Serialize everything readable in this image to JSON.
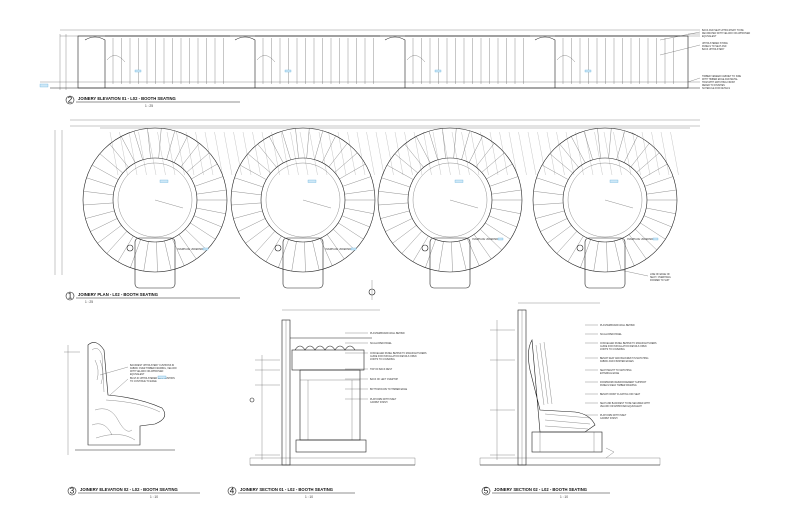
{
  "drawings": [
    {
      "number": "2",
      "title": "JOINERY ELEVATION 01 - L02 - BOOTH SEATING",
      "scale": "1 : 25"
    },
    {
      "number": "1",
      "title": "JOINERY PLAN - L02 - BOOTH SEATING",
      "scale": "1 : 25"
    },
    {
      "number": "3",
      "title": "JOINERY ELEVATION 02 - L02 - BOOTH SEATING",
      "scale": "1 : 10"
    },
    {
      "number": "4",
      "title": "JOINERY SECTION 01 - L02 - BOOTH SEATING",
      "scale": "1 : 10"
    },
    {
      "number": "5",
      "title": "JOINERY SECTION 02 - L02 - BOOTH SEATING",
      "scale": "1 : 10"
    }
  ],
  "notes": {
    "plan_overhang": [
      "OVERHANG UNDERSIDE",
      "OVERHANG UNDERSIDE",
      "OVERHANG UNDERSIDE",
      "OVERHANG UNDERSIDE"
    ],
    "elevation_top_right": [
      "BACK AND SEAT UPHOLSTERY TO BE",
      "DECORATED WITH VELCRO OR APPROVED",
      "EQUIVALENT"
    ],
    "elevation_top_right_2": [
      "UPHOLSTERED STONE",
      "PANELS TO SEAT AND",
      "BACK UPHOLSTERY"
    ],
    "elevation_right": [
      "TIMBER VENEER CABINET TO SIDE",
      "WITH TIMBER EDGE AND METAL",
      "TRIM WITH MATCHING FINISH",
      "REFER TO FINISHES",
      "SCHEDULE FOR DETAILS"
    ],
    "plan_right": [
      "LINE OF EDGE OF",
      "SEAT / OVERHANG",
      "FORMED TO SUIT"
    ],
    "elev3": [
      "BACKREST UPHOLSTERY CUSHIONS IN",
      "FABRIC OVER TIMBER FRAMING, VELCRO",
      "WITH VELCRO OR APPROVED",
      "EQUIVALENT"
    ],
    "elev3_2": [
      "BUILT-IN UPHOLSTERED SEAT CUSHION",
      "TO CONTINUE TO EDGE"
    ],
    "section4": [
      [
        "PLASTERBOARD WALL BEHIND"
      ],
      [
        "SCALLOPED PANEL"
      ],
      [
        "CONCEALED PANEL BEHIND TO MANUFACTURERS",
        "GUIDE FOR INSTALLATION DETAILS OPEN",
        "JOINTS TO COVERING"
      ],
      [
        "TOP OF BACK REST"
      ],
      [
        "BACK OF LEFT OVERTOP"
      ],
      [
        "BOTTOM RUNS TO TIMBER EDGE"
      ],
      [
        "PLATFORM WITH INSET",
        "CARPET FINISH"
      ]
    ],
    "section5": [
      [
        "PLASTERBOARD WALL BEHIND"
      ],
      [
        "SCALLOPED PANEL"
      ],
      [
        "CONCEALED PANEL BEHIND TO MANUFACTURERS",
        "GUIDE FOR INSTALLATION DETAILS OPEN",
        "JOINTS TO COVERING"
      ],
      [
        "BENCH SEAT AND BACKREST IN MATCHING",
        "FABRIC AND FINISHED EDGES"
      ],
      [
        "SEAT HEIGHT TO MATCHING",
        "EXTERNAL EDGE"
      ],
      [
        "FORMWORK REINFORCEMENT SUPPORT",
        "PANELS WELD TIMBER FRAMING"
      ],
      [
        "BENCH FRONT FLOATING OFF SEAT"
      ],
      [
        "SEAT AND BACKREST TO BE SECURED WITH",
        "VELCRO OR APPROVED EQUIVALENT"
      ],
      [
        "PLATFORM WITH INSET",
        "CARPET FINISH"
      ]
    ]
  },
  "colors": {
    "tag": "#cfe8f7",
    "line": "#222222"
  }
}
